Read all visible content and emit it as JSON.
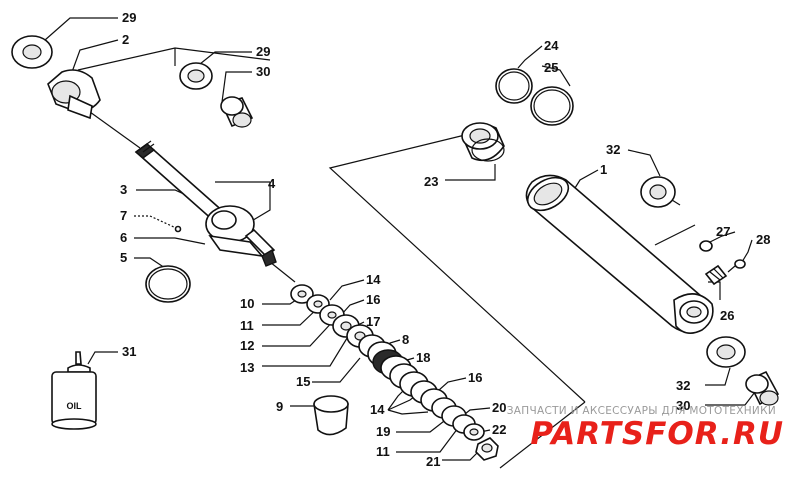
{
  "callouts": [
    {
      "id": "c29a",
      "text": "29"
    },
    {
      "id": "c2",
      "text": "2"
    },
    {
      "id": "c29b",
      "text": "29"
    },
    {
      "id": "c30a",
      "text": "30"
    },
    {
      "id": "c3",
      "text": "3"
    },
    {
      "id": "c4",
      "text": "4"
    },
    {
      "id": "c7",
      "text": "7"
    },
    {
      "id": "c6",
      "text": "6"
    },
    {
      "id": "c5",
      "text": "5"
    },
    {
      "id": "c10",
      "text": "10"
    },
    {
      "id": "c11a",
      "text": "11"
    },
    {
      "id": "c12",
      "text": "12"
    },
    {
      "id": "c13",
      "text": "13"
    },
    {
      "id": "c14a",
      "text": "14"
    },
    {
      "id": "c16a",
      "text": "16"
    },
    {
      "id": "c17",
      "text": "17"
    },
    {
      "id": "c8",
      "text": "8"
    },
    {
      "id": "c18",
      "text": "18"
    },
    {
      "id": "c15",
      "text": "15"
    },
    {
      "id": "c16b",
      "text": "16"
    },
    {
      "id": "c9",
      "text": "9"
    },
    {
      "id": "c14b",
      "text": "14"
    },
    {
      "id": "c19",
      "text": "19"
    },
    {
      "id": "c20",
      "text": "20"
    },
    {
      "id": "c22",
      "text": "22"
    },
    {
      "id": "c11b",
      "text": "11"
    },
    {
      "id": "c21",
      "text": "21"
    },
    {
      "id": "c24",
      "text": "24"
    },
    {
      "id": "c25",
      "text": "25"
    },
    {
      "id": "c23",
      "text": "23"
    },
    {
      "id": "c1",
      "text": "1"
    },
    {
      "id": "c32a",
      "text": "32"
    },
    {
      "id": "c27",
      "text": "27"
    },
    {
      "id": "c28",
      "text": "28"
    },
    {
      "id": "c26",
      "text": "26"
    },
    {
      "id": "c32b",
      "text": "32"
    },
    {
      "id": "c30b",
      "text": "30"
    },
    {
      "id": "c31",
      "text": "31"
    }
  ],
  "oil_label": "OIL",
  "watermark": {
    "line": "ЗАПЧАСТИ И АКСЕССУАРЫ ДЛЯ МОТОТЕХНИКИ",
    "logo": "PARTSFOR.RU"
  },
  "colors": {
    "ink": "#111111",
    "watermark_grey": "#9a9a9a",
    "watermark_red": "#e8211a"
  }
}
